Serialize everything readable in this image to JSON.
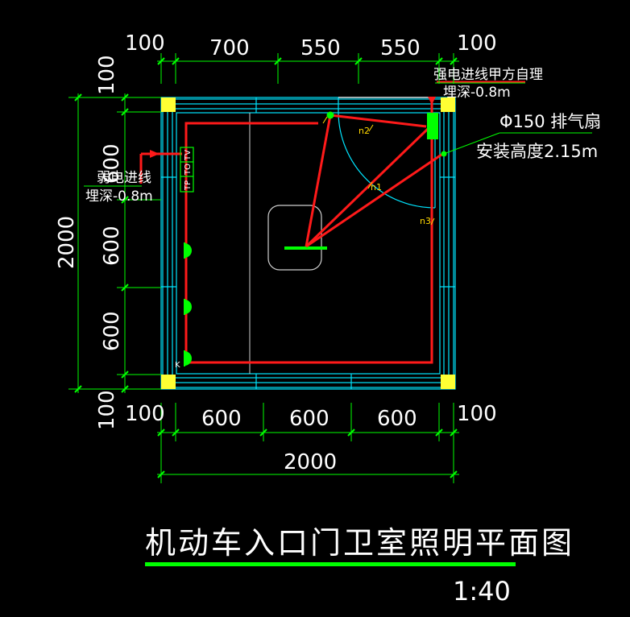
{
  "title": "机动车入口门卫室照明平面图",
  "scale": "1:40",
  "dims_top": [
    "100",
    "700",
    "550",
    "550",
    "100"
  ],
  "dims_bottom": [
    "100",
    "600",
    "600",
    "600",
    "100"
  ],
  "dim_bottom_total": "2000",
  "dims_left": [
    "100",
    "600",
    "600",
    "600",
    "100"
  ],
  "dim_left_total": "2000",
  "notes": {
    "strong_line1": "强电进线甲方自理",
    "strong_line2": "埋深-0.8m",
    "weak_line1": "弱电进线",
    "weak_line2": "埋深-0.8m",
    "fan_line1": "Φ150 排气扇",
    "fan_line2": "安装高度2.15m"
  },
  "socket_labels": [
    "TV",
    "TO",
    "TP"
  ],
  "switch_label": "K",
  "wire_tags": [
    "n1",
    "n2",
    "n3"
  ],
  "colors": {
    "background": "#000000",
    "wall": "#00e5ff",
    "dimension": "#00ff00",
    "wire": "#ff1a1a",
    "fixture": "#00ff00",
    "column": "#ffff33",
    "door_arc": "#00e5ff",
    "title_underline": "#00ff00"
  }
}
